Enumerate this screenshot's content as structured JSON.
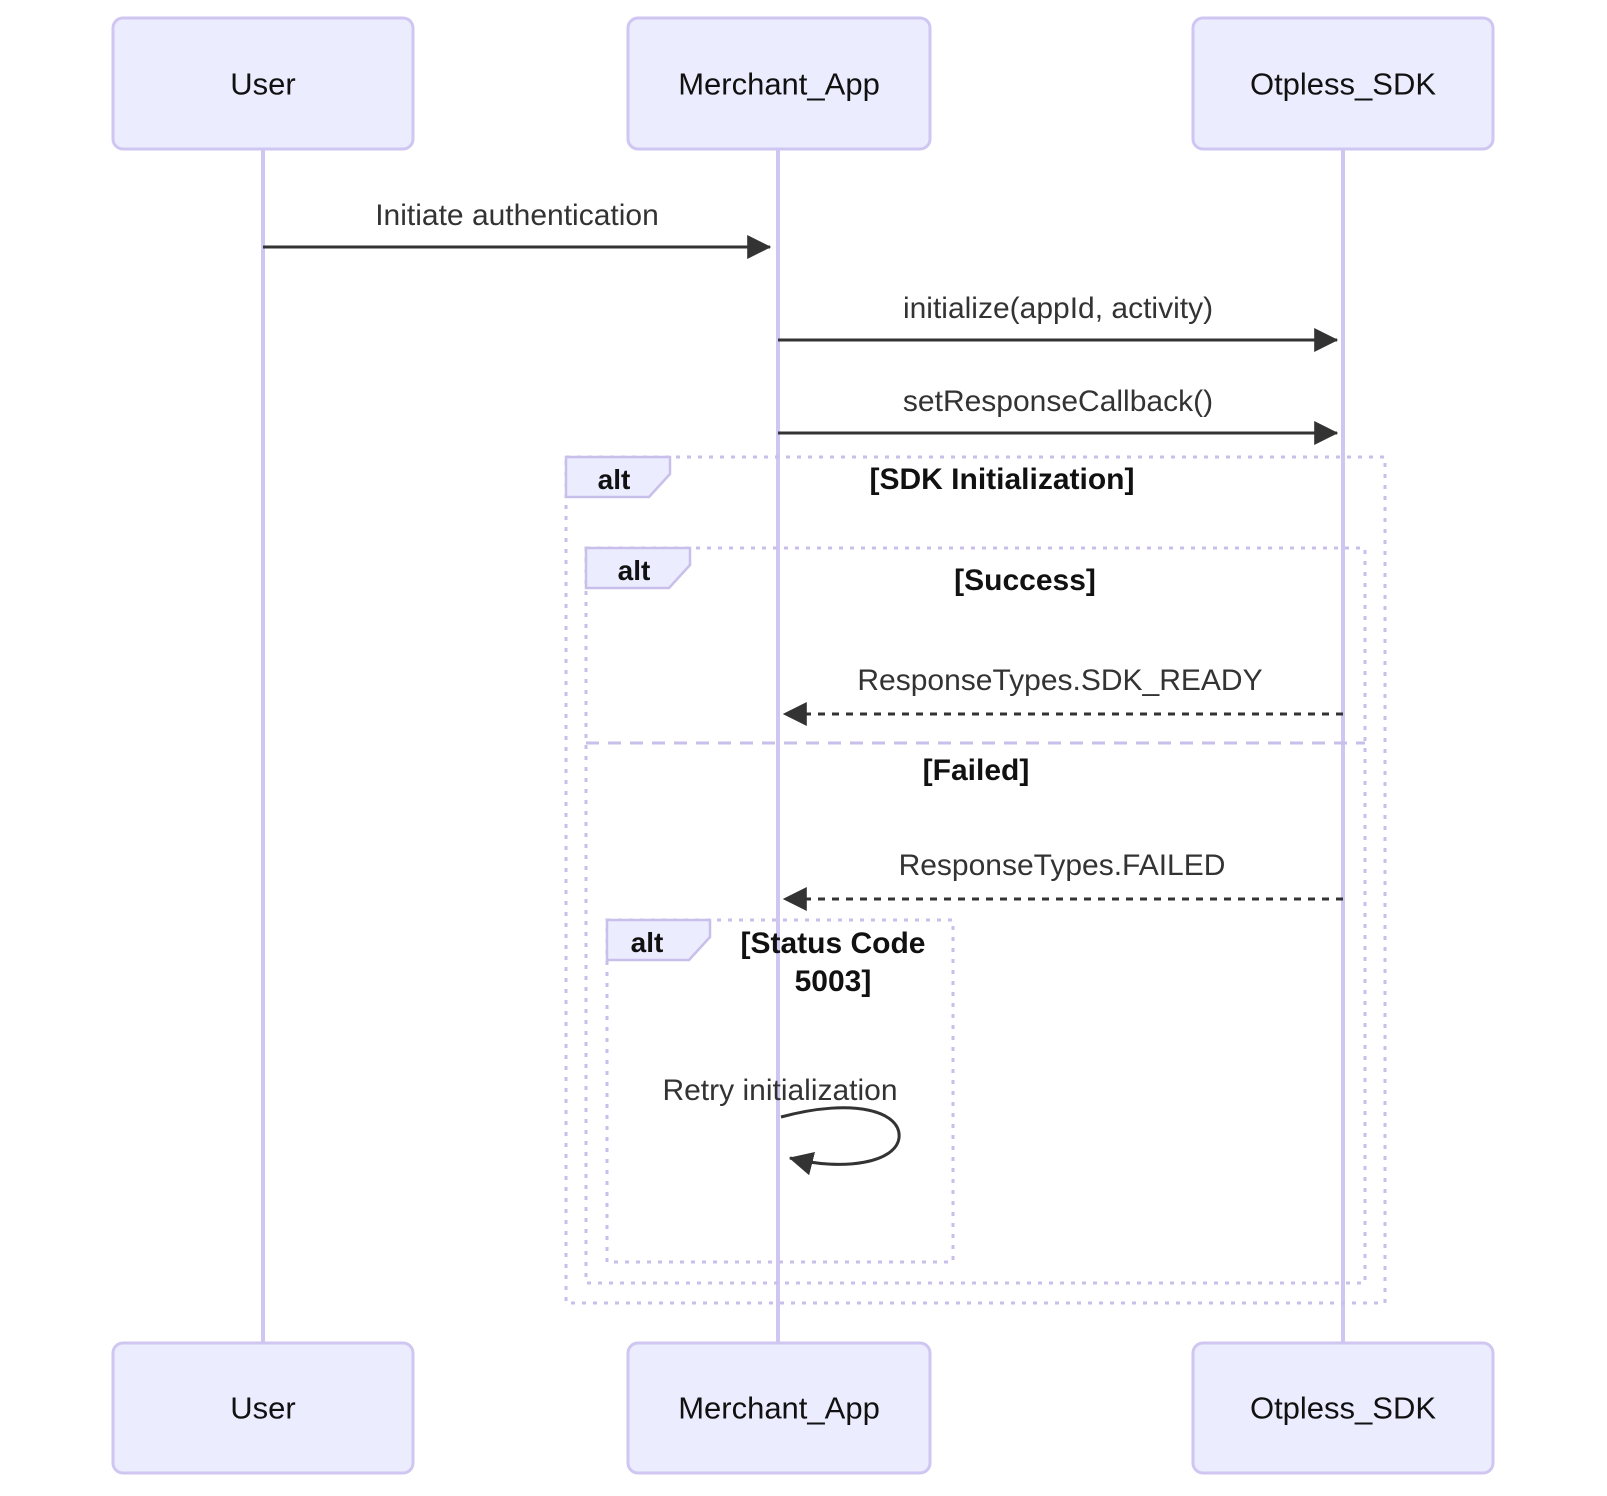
{
  "diagram_type": "sequence-diagram",
  "actors": [
    {
      "name": "User"
    },
    {
      "name": "Merchant_App"
    },
    {
      "name": "Otpless_SDK"
    }
  ],
  "messages": [
    {
      "from": "User",
      "to": "Merchant_App",
      "label": "Initiate authentication",
      "arrow": "solid"
    },
    {
      "from": "Merchant_App",
      "to": "Otpless_SDK",
      "label": "initialize(appId, activity)",
      "arrow": "solid"
    },
    {
      "from": "Merchant_App",
      "to": "Otpless_SDK",
      "label": "setResponseCallback()",
      "arrow": "solid"
    },
    {
      "from": "Otpless_SDK",
      "to": "Merchant_App",
      "label": "ResponseTypes.SDK_READY",
      "arrow": "dashed",
      "branch": "Success"
    },
    {
      "from": "Otpless_SDK",
      "to": "Merchant_App",
      "label": "ResponseTypes.FAILED",
      "arrow": "dashed",
      "branch": "Failed"
    },
    {
      "from": "Merchant_App",
      "to": "Merchant_App",
      "label": "Retry initialization",
      "arrow": "self-loop",
      "branch": "Status Code 5003"
    }
  ],
  "frames": {
    "outer": {
      "keyword": "alt",
      "condition": "[SDK Initialization]"
    },
    "inner": {
      "keyword": "alt",
      "condition_success": "[Success]",
      "condition_failed": "[Failed]"
    },
    "status": {
      "keyword": "alt",
      "condition": "[Status Code 5003]",
      "condition_line1": "[Status Code",
      "condition_line2": "5003]"
    }
  },
  "colors": {
    "background": "#FFFFFF",
    "actor_fill": "#ECECFF",
    "actor_border": "#CFC6F2",
    "lifeline": "#CFC6F2",
    "frame_border": "#C8BFEA",
    "arrow": "#333333",
    "text": "#111111",
    "message_text": "#333333"
  }
}
